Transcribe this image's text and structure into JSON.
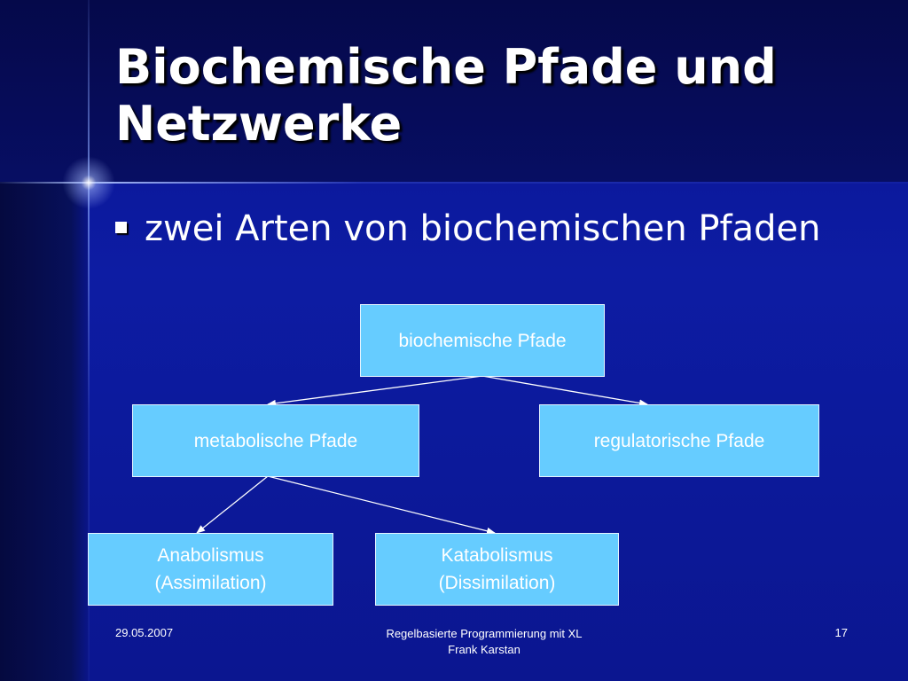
{
  "slide": {
    "title_line1": "Biochemische Pfade und",
    "title_line2": "Netzwerke",
    "bullet": "zwei Arten von biochemischen Pfaden"
  },
  "diagram": {
    "root": "biochemische Pfade",
    "level2": [
      "metabolische Pfade",
      "regulatorische Pfade"
    ],
    "level3": [
      {
        "line1": "Anabolismus",
        "line2": "(Assimilation)"
      },
      {
        "line1": "Katabolismus",
        "line2": "(Dissimilation)"
      }
    ]
  },
  "footer": {
    "date": "29.05.2007",
    "center_line1": "Regelbasierte Programmierung mit XL",
    "center_line2": "Frank Karstan",
    "page": "17"
  },
  "colors": {
    "box_fill": "#66ccff",
    "background": "#0c1a8a"
  }
}
